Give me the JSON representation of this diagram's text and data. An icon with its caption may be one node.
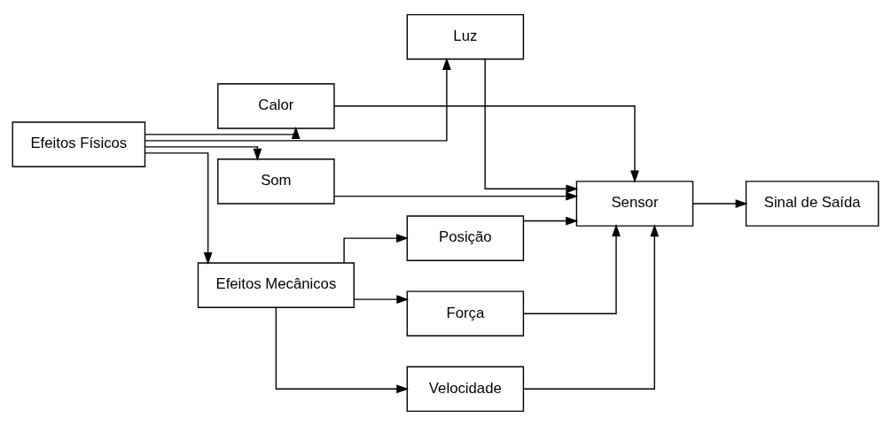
{
  "diagram": {
    "nodes": [
      {
        "text": [
          "Efeitos Físicos"
        ]
      },
      {
        "text": [
          "Luz"
        ]
      },
      {
        "text": [
          "Calor"
        ]
      },
      {
        "text": [
          "Som"
        ]
      },
      {
        "text": [
          "Efeitos Mecânicos"
        ]
      },
      {
        "text": [
          "Posição"
        ]
      },
      {
        "text": [
          "Força"
        ]
      },
      {
        "text": [
          "Velocidade"
        ]
      },
      {
        "text": [
          "Sensor"
        ]
      },
      {
        "text": [
          "Sinal de Saída"
        ]
      }
    ],
    "edges": [
      {
        "from": 0,
        "to": 1,
        "arrow": "to"
      },
      {
        "from": 0,
        "to": 2,
        "arrow": "to"
      },
      {
        "from": 0,
        "to": 3,
        "arrow": "to"
      },
      {
        "from": 0,
        "to": 4,
        "arrow": "to"
      },
      {
        "from": 4,
        "to": 5,
        "arrow": "to"
      },
      {
        "from": 4,
        "to": 6,
        "arrow": "to"
      },
      {
        "from": 4,
        "to": 7,
        "arrow": "to"
      },
      {
        "from": 1,
        "to": 8,
        "arrow": "to"
      },
      {
        "from": 2,
        "to": 8,
        "arrow": "to"
      },
      {
        "from": 3,
        "to": 8,
        "arrow": "to"
      },
      {
        "from": 5,
        "to": 8,
        "arrow": "to"
      },
      {
        "from": 6,
        "to": 8,
        "arrow": "to"
      },
      {
        "from": 7,
        "to": 8,
        "arrow": "to"
      },
      {
        "from": 8,
        "to": 9,
        "arrow": "to"
      }
    ]
  }
}
